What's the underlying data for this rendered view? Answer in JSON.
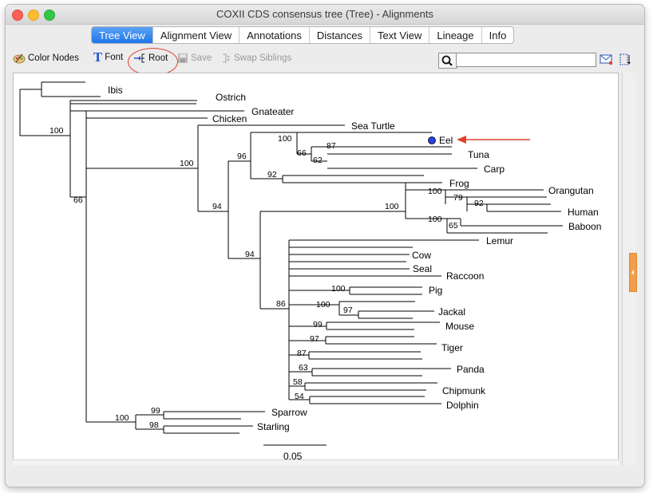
{
  "window": {
    "title": "COXII CDS consensus tree (Tree) - Alignments"
  },
  "tabs": [
    {
      "label": "Tree View",
      "active": true
    },
    {
      "label": "Alignment View",
      "active": false
    },
    {
      "label": "Annotations",
      "active": false
    },
    {
      "label": "Distances",
      "active": false
    },
    {
      "label": "Text View",
      "active": false
    },
    {
      "label": "Lineage",
      "active": false
    },
    {
      "label": "Info",
      "active": false
    }
  ],
  "toolbar": {
    "color_nodes_label": "Color Nodes",
    "font_label": "Font",
    "root_label": "Root",
    "save_label": "Save",
    "swap_siblings_label": "Swap Siblings",
    "search": {
      "value": "",
      "placeholder": ""
    }
  },
  "colors": {
    "accent_tab": "#2a7ff0",
    "highlight_circle": "#e0402f",
    "arrow": "#e0402f",
    "selected_node": "#2b3fe6",
    "side_handle": "#f29d48"
  },
  "tree": {
    "taxa": [
      "Ibis",
      "Ostrich",
      "Gnateater",
      "Chicken",
      "Sea Turtle",
      "Eel",
      "Tuna",
      "Carp",
      "Frog",
      "Orangutan",
      "Human",
      "Baboon",
      "Lemur",
      "Cow",
      "Seal",
      "Raccoon",
      "Pig",
      "Jackal",
      "Mouse",
      "Tiger",
      "Panda",
      "Chipmunk",
      "Dolphin",
      "Sparrow",
      "Starling"
    ],
    "support_values": [
      "100",
      "66",
      "100",
      "96",
      "100",
      "66",
      "87",
      "62",
      "92",
      "94",
      "94",
      "100",
      "100",
      "79",
      "92",
      "100",
      "65",
      "86",
      "100",
      "100",
      "97",
      "99",
      "97",
      "87",
      "63",
      "58",
      "54",
      "100",
      "99",
      "98"
    ],
    "selected_taxon": "Eel",
    "scale_label": "0.05"
  }
}
